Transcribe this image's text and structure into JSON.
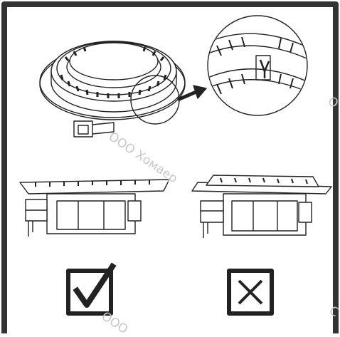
{
  "watermark": {
    "text_a": "ООО Хомаер",
    "text_b": "ООО",
    "text_c": "О",
    "text_d": "С"
  },
  "colors": {
    "line": "#222222",
    "frame": "#333333",
    "watermark": "#c8c8c8"
  },
  "marks": {
    "correct": "checkmark-box",
    "incorrect": "cross-box"
  }
}
